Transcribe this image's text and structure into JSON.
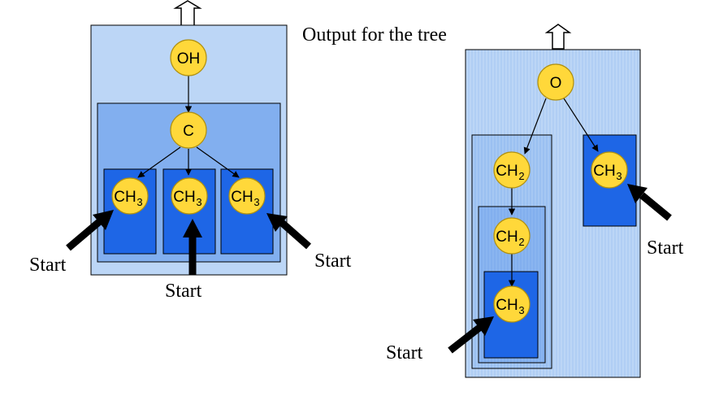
{
  "caption": "Output for the tree",
  "tree1": {
    "root_label": "OH",
    "carbon_label": "C",
    "leaf_base": "CH",
    "leaf_sub": "3",
    "start_labels": [
      "Start",
      "Start",
      "Start"
    ]
  },
  "tree2": {
    "root_label": "O",
    "ch2_base": "CH",
    "ch2_sub": "2",
    "ch3_base": "CH",
    "ch3_sub": "3",
    "start_labels": [
      "Start",
      "Start"
    ]
  },
  "colors": {
    "outer_box": "#bcd6f6",
    "mid_box": "#82afef",
    "inner_box": "#1e66e6",
    "node_fill": "#ffd83a",
    "node_stroke": "#b09010",
    "hatched_bg": "#b8d4f6",
    "hatched_line": "#9fc3f0"
  }
}
